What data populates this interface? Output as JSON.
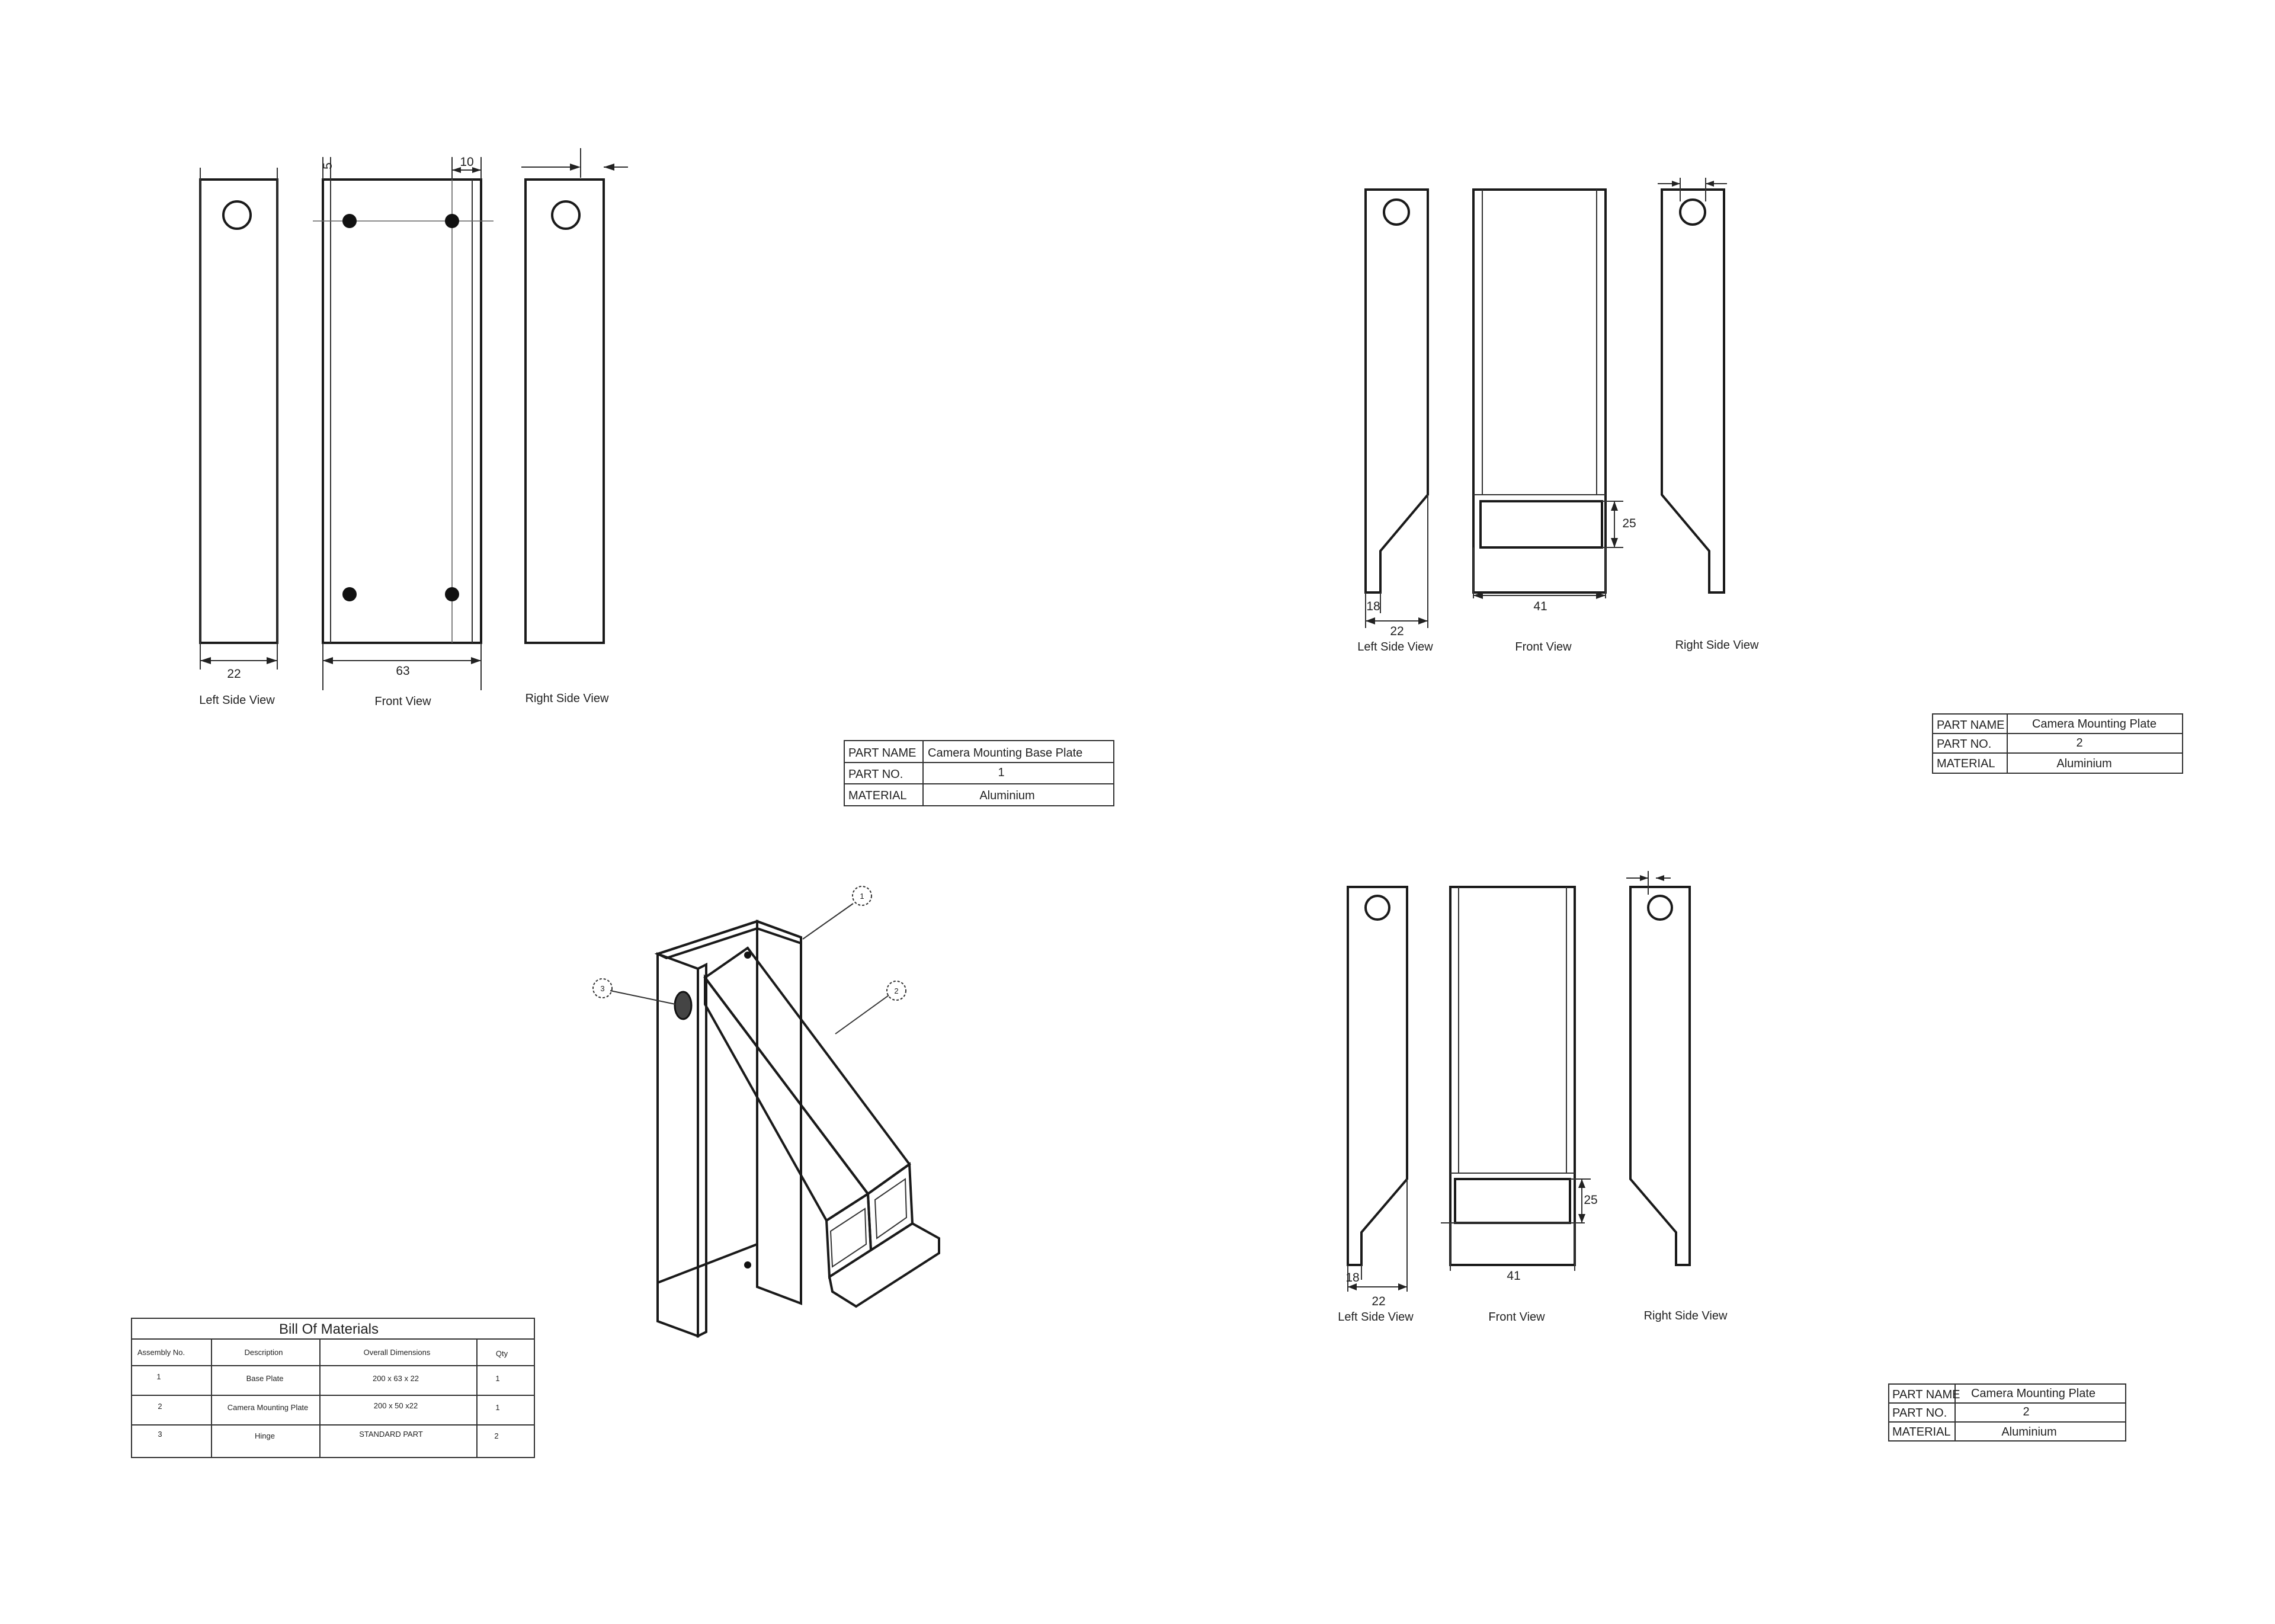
{
  "sheet1": {
    "views": {
      "left": "Left Side View",
      "front": "Front View",
      "right": "Right Side View"
    },
    "dims": {
      "width": "22",
      "length": "63",
      "edge": "5",
      "offset": "10"
    },
    "title_block": {
      "part_name_label": "PART NAME",
      "part_name": "Camera Mounting Base Plate",
      "part_no_label": "PART NO.",
      "part_no": "1",
      "material_label": "MATERIAL",
      "material": "Aluminium"
    }
  },
  "sheet2": {
    "views": {
      "left": "Left Side View",
      "front": "Front View",
      "right": "Right Side View"
    },
    "dims": {
      "bottom": "18",
      "width": "22",
      "slot_h": "25",
      "slot_w": "41"
    },
    "title_block": {
      "part_name_label": "PART NAME",
      "part_name": "Camera Mounting Plate",
      "part_no_label": "PART NO.",
      "part_no": "2",
      "material_label": "MATERIAL",
      "material": "Aluminium"
    }
  },
  "sheet3": {
    "views": {
      "left": "Left Side View",
      "front": "Front View",
      "right": "Right Side View"
    },
    "dims": {
      "bottom": "18",
      "width": "22",
      "slot_h": "25",
      "slot_w": "41"
    },
    "title_block": {
      "part_name_label": "PART NAME",
      "part_name": "Camera Mounting Plate",
      "part_no_label": "PART NO.",
      "part_no": "2",
      "material_label": "MATERIAL",
      "material": "Aluminium"
    }
  },
  "assembly": {
    "callouts": [
      "1",
      "2",
      "3"
    ]
  },
  "bom": {
    "title": "Bill Of Materials",
    "headers": [
      "Assembly No.",
      "Description",
      "Overall Dimensions",
      "Qty"
    ],
    "rows": [
      [
        "1",
        "Base Plate",
        "200 x 63 x 22",
        "1"
      ],
      [
        "2",
        "Camera Mounting Plate",
        "200 x 50 x22",
        "1"
      ],
      [
        "3",
        "Hinge",
        "STANDARD PART",
        "2"
      ]
    ]
  }
}
